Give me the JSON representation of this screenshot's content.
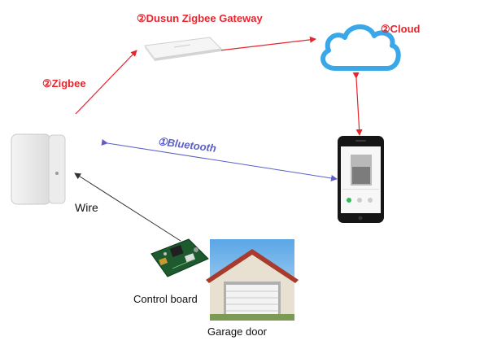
{
  "labels": {
    "gateway": "②Dusun Zigbee Gateway",
    "cloud": "②Cloud",
    "zigbee": "②Zigbee",
    "bluetooth": "①Bluetooth",
    "wire": "Wire",
    "control_board": "Control board",
    "garage_door": "Garage door"
  },
  "colors": {
    "red_link": "#e8242d",
    "bluetooth_link": "#5b5fc7",
    "wire_link": "#333333",
    "cloud": "#3aa8e8"
  },
  "icons": {
    "sensor": "door-sensor-icon",
    "gateway": "zigbee-gateway-icon",
    "cloud": "cloud-icon",
    "phone": "smartphone-icon",
    "board": "control-board-icon",
    "garage": "garage-door-icon"
  }
}
